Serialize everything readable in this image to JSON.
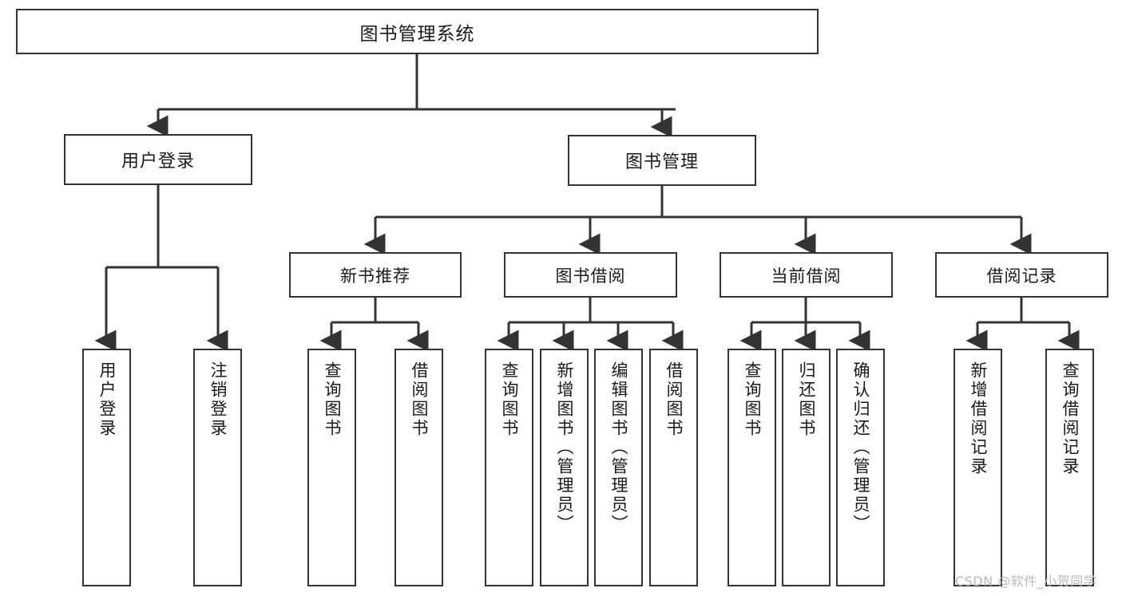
{
  "diagram": {
    "type": "tree-hierarchy-diagram",
    "title": "图书管理系统",
    "line_color": "#333333",
    "box_fill": "#ffffff",
    "text_color": "#1a1a1a"
  },
  "root": {
    "label": "图书管理系统"
  },
  "level2": [
    {
      "label": "用户登录"
    },
    {
      "label": "图书管理"
    }
  ],
  "level3": [
    {
      "label": "新书推荐"
    },
    {
      "label": "图书借阅"
    },
    {
      "label": "当前借阅"
    },
    {
      "label": "借阅记录"
    }
  ],
  "leaves": {
    "user_login": [
      {
        "label": "用户登录"
      },
      {
        "label": "注销登录"
      }
    ],
    "new_book_recommend": [
      {
        "label": "查询图书"
      },
      {
        "label": "借阅图书"
      }
    ],
    "book_borrow": [
      {
        "label": "查询图书"
      },
      {
        "label": "新增图书（管理员）"
      },
      {
        "label": "编辑图书（管理员）"
      },
      {
        "label": "借阅图书"
      }
    ],
    "current_borrow": [
      {
        "label": "查询图书"
      },
      {
        "label": "归还图书"
      },
      {
        "label": "确认归还（管理员）"
      }
    ],
    "borrow_record": [
      {
        "label": "新增借阅记录"
      },
      {
        "label": "查询借阅记录"
      }
    ]
  },
  "watermark": {
    "text": "CSDN @软件_小贺同学"
  }
}
